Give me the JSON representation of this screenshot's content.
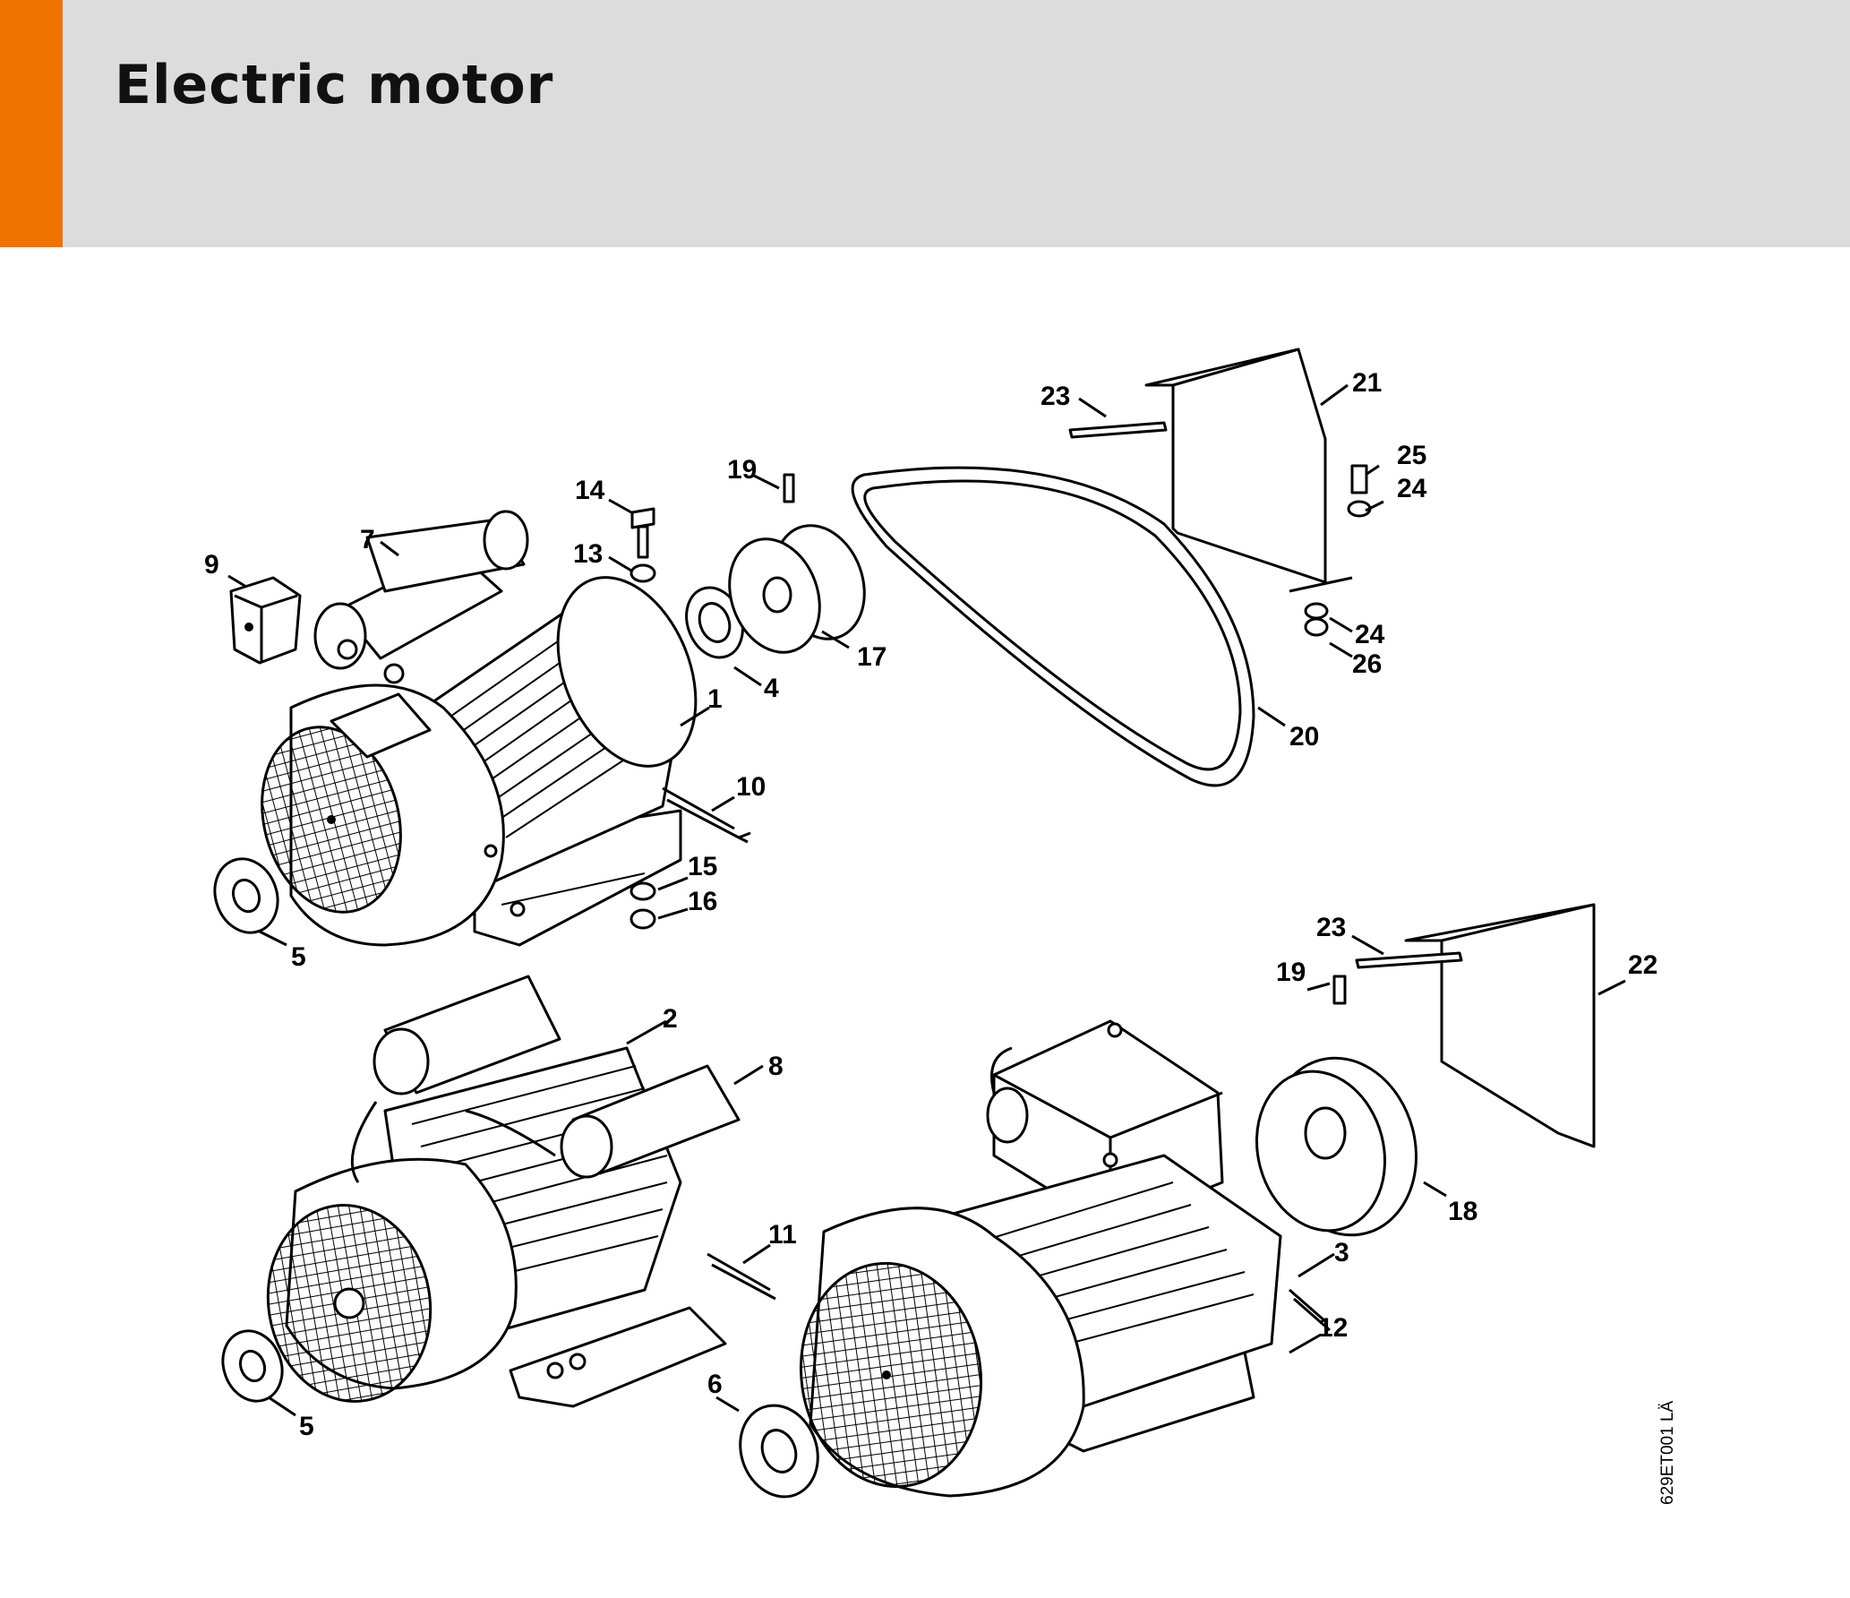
{
  "header": {
    "title": "Electric motor",
    "accent_color": "#f07300",
    "band_color": "#dcdcdc"
  },
  "diagram": {
    "drawing_code": "629ET001 LÄ",
    "callouts": {
      "n1": "1",
      "n2": "2",
      "n3": "3",
      "n4": "4",
      "n5a": "5",
      "n5b": "5",
      "n6": "6",
      "n7": "7",
      "n8": "8",
      "n9": "9",
      "n10": "10",
      "n11": "11",
      "n12": "12",
      "n13": "13",
      "n14": "14",
      "n15": "15",
      "n16": "16",
      "n17": "17",
      "n18": "18",
      "n19a": "19",
      "n19b": "19",
      "n20": "20",
      "n21": "21",
      "n22": "22",
      "n23a": "23",
      "n23b": "23",
      "n24a": "24",
      "n24b": "24",
      "n25": "25",
      "n26": "26"
    }
  }
}
